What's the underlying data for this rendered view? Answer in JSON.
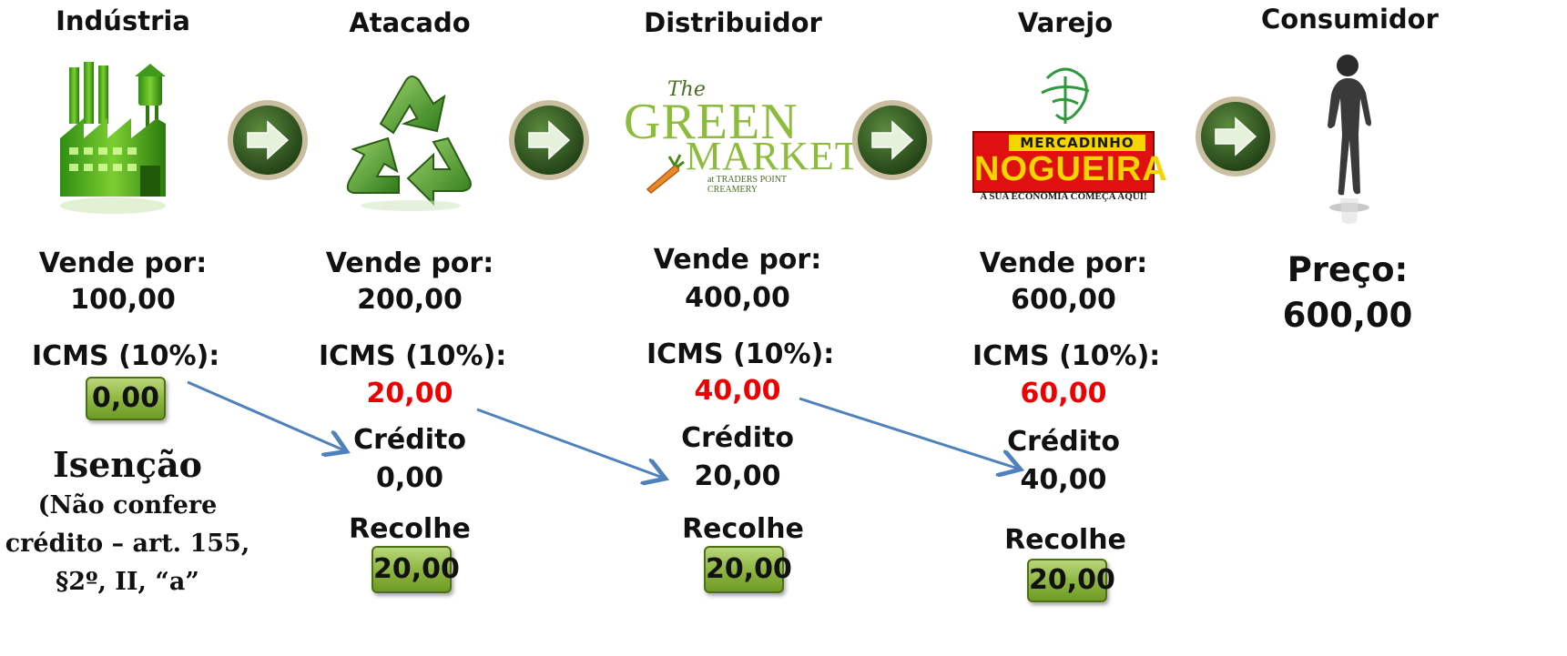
{
  "stages": [
    {
      "title": "Indústria",
      "sells_label": "Vende por:",
      "sells_value": "100,00",
      "icms_label": "ICMS (10%):",
      "icms_value": "0,00"
    },
    {
      "title": "Atacado",
      "sells_label": "Vende por:",
      "sells_value": "200,00",
      "icms_label": "ICMS (10%):",
      "icms_value": "20,00",
      "credit_label": "Crédito",
      "credit_value": "0,00",
      "pay_label": "Recolhe",
      "pay_value": "20,00"
    },
    {
      "title": "Distribuidor",
      "sells_label": "Vende por:",
      "sells_value": "400,00",
      "icms_label": "ICMS (10%):",
      "icms_value": "40,00",
      "credit_label": "Crédito",
      "credit_value": "20,00",
      "pay_label": "Recolhe",
      "pay_value": "20,00"
    },
    {
      "title": "Varejo",
      "sells_label": "Vende por:",
      "sells_value": "600,00",
      "icms_label": "ICMS (10%):",
      "icms_value": "60,00",
      "credit_label": "Crédito",
      "credit_value": "40,00",
      "pay_label": "Recolhe",
      "pay_value": "20,00"
    },
    {
      "title": "Consumidor",
      "price_label": "Preço:",
      "price_value": "600,00"
    }
  ],
  "exemption": {
    "title": "Isenção",
    "lines": [
      "(Não confere",
      "crédito – art. 155,",
      "§2º, II, “a”"
    ]
  },
  "logos": {
    "green_market": {
      "the": "The",
      "line1": "GREEN",
      "line2": "MARKET",
      "sub": "at TRADERS POINT CREAMERY"
    },
    "mercadinho": {
      "top": "MERCADINHO",
      "name": "NOGUEIRA",
      "slogan": "A SUA ECONOMIA COMEÇA AQUI!"
    }
  },
  "colors": {
    "accent_red": "#ee0000",
    "pill_green": "#8cb43f",
    "arrow_blue": "#4f81bd",
    "button_green": "#3d6a2a"
  },
  "icons": [
    "factory-icon",
    "recycle-icon",
    "green-market-logo",
    "mercadinho-nogueira-logo",
    "consumer-figure-icon",
    "right-arrow-icon"
  ]
}
